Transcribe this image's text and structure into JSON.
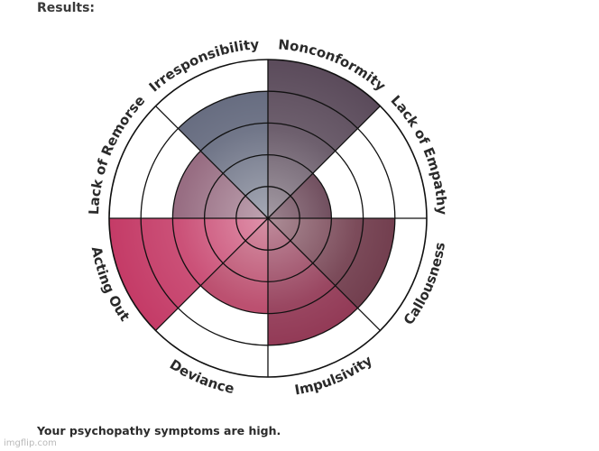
{
  "header": {
    "title": "Results:"
  },
  "chart_data": {
    "type": "polar-area",
    "categories": [
      "Nonconformity",
      "Lack of Empathy",
      "Callousness",
      "Impulsivity",
      "Deviance",
      "Acting Out",
      "Lack of Remorse",
      "Irresponsibility"
    ],
    "values": [
      5,
      2,
      4,
      4,
      3,
      5,
      3,
      4
    ],
    "rmax": 5,
    "rings": 5,
    "grid": true,
    "palette": [
      "#5a4a5a",
      "#4a1f33",
      "#6a3344",
      "#8c2e4c",
      "#b3395d",
      "#c43a66",
      "#8a5a72",
      "#5e6479"
    ]
  },
  "footer": {
    "summary": "Your psychopathy symptoms are high.",
    "watermark": "imgflip.com"
  }
}
